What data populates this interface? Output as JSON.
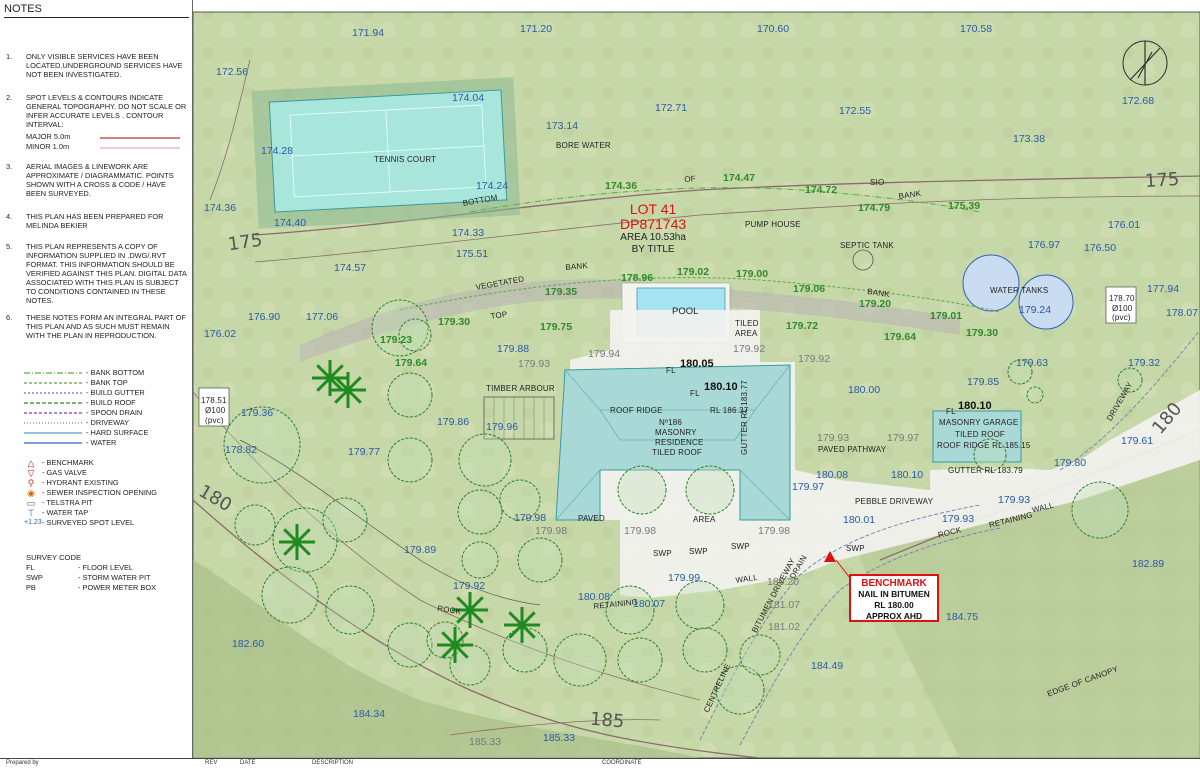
{
  "notes": {
    "title": "NOTES",
    "items": [
      {
        "num": "1.",
        "text": "ONLY VISIBLE SERVICES HAVE BEEN LOCATED.UNDERGROUND SERVICES HAVE NOT BEEN INVESTIGATED."
      },
      {
        "num": "2.",
        "text": "SPOT LEVELS & CONTOURS INDICATE GENERAL TOPOGRAPHY. DO NOT SCALE OR INFER ACCURATE LEVELS . CONTOUR INTERVAL:"
      },
      {
        "num": "3.",
        "text": "AERIAL IMAGES & LINEWORK ARE APPROXIMATE / DIAGRAMMATIC. POINTS SHOWN WITH A CROSS & CODE / HAVE BEEN SURVEYED."
      },
      {
        "num": "4.",
        "text": "THIS PLAN HAS BEEN PREPARED FOR MELINDA BEKIER"
      },
      {
        "num": "5.",
        "text": "THIS PLAN REPRESENTS A COPY OF INFORMATION SUPPLIED IN .DWG/.RVT FORMAT. THIS INFORMATION SHOULD BE VERIFIED AGAINST THIS PLAN. DIGITAL DATA ASSOCIATED WITH THIS PLAN IS SUBJECT TO CONDITIONS CONTAINED IN THESE NOTES."
      },
      {
        "num": "6.",
        "text": "THESE NOTES FORM AN INTEGRAL PART OF THIS PLAN AND AS SUCH MUST REMAIN WITH THE PLAN IN REPRODUCTION."
      }
    ],
    "major": "MAJOR 5.0m",
    "minor": "MINOR 1.0m",
    "line_legend": [
      {
        "label": "- BANK BOTTOM",
        "color": "#5aa845",
        "dash": "6 2 1 2"
      },
      {
        "label": "- BANK TOP",
        "color": "#5aa845",
        "dash": "3 2"
      },
      {
        "label": "- BUILD GUTTER",
        "color": "#9b59b6",
        "dash": "2 2"
      },
      {
        "label": "- BUILD ROOF",
        "color": "#2a8a2a",
        "dash": "4 2"
      },
      {
        "label": "- SPOON DRAIN",
        "color": "#7b3fb0",
        "dash": "3 2"
      },
      {
        "label": "- DRIVEWAY",
        "color": "#888888",
        "dash": "1 2"
      },
      {
        "label": "- HARD SURFACE",
        "color": "#4aa0c8",
        "dash": ""
      },
      {
        "label": "- WATER",
        "color": "#3060c0",
        "dash": ""
      }
    ],
    "symbol_legend": [
      {
        "glyph": "△",
        "color": "#d11",
        "label": "- BENCHMARK"
      },
      {
        "glyph": "▽",
        "color": "#d11",
        "label": "- GAS VALVE"
      },
      {
        "glyph": "⚲",
        "color": "#c33",
        "label": "- HYDRANT EXISTING"
      },
      {
        "glyph": "◉",
        "color": "#d86a00",
        "label": "- SEWER INSPECTION OPENING"
      },
      {
        "glyph": "▭",
        "color": "#2a8a2a",
        "label": "- TELSTRA PIT"
      },
      {
        "glyph": "⊤",
        "color": "#3060c0",
        "label": "- WATER TAP"
      },
      {
        "glyph": "+1.23",
        "color": "#2a5aa6",
        "label": "- SURVEYED SPOT LEVEL"
      }
    ],
    "survey_code_title": "SURVEY CODE",
    "survey_codes": [
      {
        "code": "FL",
        "desc": "- FLOOR LEVEL"
      },
      {
        "code": "SWP",
        "desc": "- STORM WATER PIT"
      },
      {
        "code": "PB",
        "desc": "- POWER METER BOX"
      }
    ]
  },
  "map": {
    "colors": {
      "grass": "#c5d7a6",
      "grass_dark": "#aec48c",
      "court": "#a8e6dc",
      "roof": "#a9d9d6",
      "pool": "#a6e2f0",
      "paving": "#f2f2ef",
      "tree": "#3d8a3d",
      "water_tank": "#c9dcf2"
    },
    "lot": {
      "l1": "LOT 41",
      "l2": "DP871743",
      "l3": "AREA 10.53ha",
      "l4": "BY TITLE"
    },
    "features": {
      "tennis_court": "TENNIS COURT",
      "bore_water": "BORE WATER",
      "pump_house": "PUMP HOUSE",
      "septic_tank": "SEPTIC TANK",
      "sio": "SIO",
      "water_tanks": "WATER TANKS",
      "pool": "POOL",
      "tiled_area_1": "TILED",
      "tiled_area_2": "AREA",
      "timber_arbour": "TIMBER ARBOUR",
      "roof_ridge": "ROOF RIDGE",
      "roof_ridge_rl": "RL 186.37",
      "residence_1": "Nº186",
      "residence_2": "MASONRY",
      "residence_3": "RESIDENCE",
      "residence_4": "TILED ROOF",
      "gutter_v": "GUTTER  RL 183.77",
      "garage_1": "MASONRY GARAGE",
      "garage_2": "TILED ROOF",
      "garage_ridge": "ROOF RIDGE  RL 185.15",
      "garage_gutter": "GUTTER   RL 183.79",
      "paved_pathway": "PAVED PATHWAY",
      "pebble_driveway": "PEBBLE DRIVEWAY",
      "paved": "PAVED",
      "area": "AREA",
      "swp": "SWP",
      "wall": "WALL",
      "retaining": "RETAINING",
      "rock": "ROCK",
      "rock_retaining_wall_1": "ROCK",
      "rock_retaining_wall_2": "RETAINING",
      "rock_retaining_wall_3": "WALL",
      "bitumen_driveway": "BITUMEN DRIVEWAY",
      "driveway": "DRIVEWAY",
      "vegetated": "VEGETATED",
      "bank": "BANK",
      "top": "TOP",
      "of": "OF",
      "bottom": "BOTTOM",
      "drain": "DRAIN",
      "centreline": "CENTRELINE",
      "edge_of_canopy": "EDGE OF CANOPY",
      "fl_label": "FL",
      "pvc_1_a": "178.51",
      "pvc_1_b": "Ø100",
      "pvc_1_c": "(pvc)",
      "pvc_2_a": "178.70",
      "pvc_2_b": "Ø100",
      "pvc_2_c": "(pvc)"
    },
    "floor_levels": [
      "180.05",
      "180.10",
      "180.10"
    ],
    "contour_labels": [
      "175",
      "175",
      "180",
      "180",
      "185"
    ],
    "benchmark": {
      "title": "BENCHMARK",
      "line1": "NAIL IN BITUMEN",
      "line2": "RL 180.00",
      "line3": "APPROX AHD"
    }
  },
  "levels_blue": [
    "171.94",
    "171.20",
    "170.60",
    "170.58",
    "172.56",
    "174.04",
    "172.71",
    "172.55",
    "172.68",
    "173.14",
    "173.38",
    "174.28",
    "174.24",
    "174.36",
    "174.40",
    "174.33",
    "175.51",
    "176.02",
    "176.90",
    "177.06",
    "174.57",
    "176.01",
    "176.97",
    "176.50",
    "177.94",
    "178.07",
    "179.88",
    "179.86",
    "179.96",
    "180.00",
    "179.85",
    "179.63",
    "179.32",
    "179.61",
    "179.80",
    "180.08",
    "180.10",
    "180.01",
    "179.93",
    "182.60",
    "182.89",
    "184.34",
    "185.33",
    "184.75",
    "184.49",
    "178.82",
    "179.36",
    "179.77",
    "179.89",
    "179.92",
    "180.07",
    "180.08",
    "179.98",
    "179.99",
    "179.93",
    "179.97",
    "179.24"
  ],
  "levels_green": [
    "174.36",
    "174.47",
    "174.72",
    "174.79",
    "175.39",
    "178.96",
    "179.02",
    "179.00",
    "179.06",
    "179.20",
    "179.01",
    "179.30",
    "179.35",
    "179.30",
    "179.23",
    "179.64",
    "179.75",
    "179.72",
    "179.64"
  ],
  "levels_grey": [
    "179.93",
    "179.94",
    "179.92",
    "179.92",
    "179.93",
    "179.97",
    "179.98",
    "179.98",
    "179.98",
    "180.20",
    "181.07",
    "181.02",
    "185.33"
  ],
  "title_strip": {
    "a": "Prepared by",
    "b": "REV",
    "c": "DATE",
    "d": "DESCRIPTION",
    "e": "COORDINATE"
  }
}
